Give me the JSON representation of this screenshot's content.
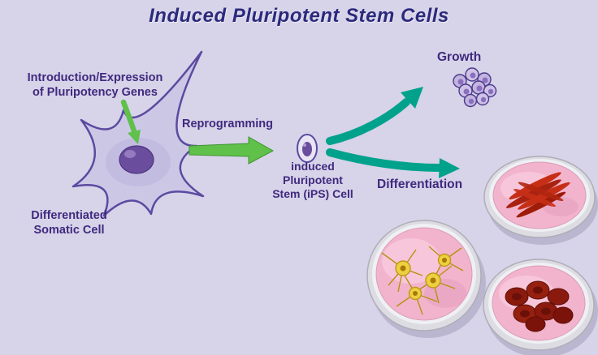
{
  "title": "Induced Pluripotent Stem Cells",
  "labels": {
    "intro": "Introduction/Expression\nof Pluripotency Genes",
    "somatic": "Differentiated\nSomatic Cell",
    "reprogramming": "Reprogramming",
    "ips": "induced\nPluripotent\nStem (iPS) Cell",
    "growth": "Growth",
    "differentiation": "Differentiation"
  },
  "colors": {
    "background": "#d7d3e9",
    "title_text": "#2b2a7c",
    "label_text": "#3f2a7e",
    "green_arrow": "#5fc04a",
    "teal_arrow": "#00a28c",
    "cell_fill": "#cdc7e6",
    "cell_outline": "#5b4aa0",
    "nucleus": "#6a4e9d",
    "dish_media_pink": "#f2b4cc",
    "muscle_cells_red": "#c62f16",
    "neuron_cells_yellow": "#ecd040",
    "blood_cells_dark_red": "#8a1a0e"
  }
}
